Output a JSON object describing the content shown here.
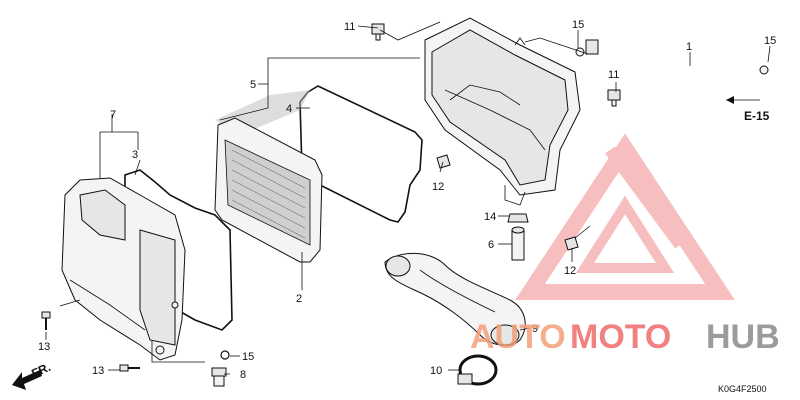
{
  "callouts": [
    {
      "id": "c11a",
      "text": "11"
    },
    {
      "id": "c15a",
      "text": "15"
    },
    {
      "id": "c15b",
      "text": "15"
    },
    {
      "id": "c1",
      "text": "1"
    },
    {
      "id": "c5",
      "text": "5"
    },
    {
      "id": "c4",
      "text": "4"
    },
    {
      "id": "c11b",
      "text": "11"
    },
    {
      "id": "c7",
      "text": "7"
    },
    {
      "id": "c3",
      "text": "3"
    },
    {
      "id": "c12a",
      "text": "12"
    },
    {
      "id": "c14",
      "text": "14"
    },
    {
      "id": "c6",
      "text": "6"
    },
    {
      "id": "c12b",
      "text": "12"
    },
    {
      "id": "c2",
      "text": "2"
    },
    {
      "id": "c13a",
      "text": "13"
    },
    {
      "id": "c9",
      "text": "9"
    },
    {
      "id": "c15c",
      "text": "15"
    },
    {
      "id": "c13b",
      "text": "13"
    },
    {
      "id": "c8",
      "text": "8"
    },
    {
      "id": "c10",
      "text": "10"
    }
  ],
  "ref_label": "E-15",
  "front_label": "FR.",
  "diagram_code": "K0G4F2500",
  "watermark": {
    "part1": "AUTO",
    "part2": "MOTO",
    "part3": "HUB",
    "color_triangle": "#f08a8a",
    "color_text_1": "#f2a07a",
    "color_text_2": "#ef6a6a",
    "color_text_3": "#8a8a8a"
  }
}
